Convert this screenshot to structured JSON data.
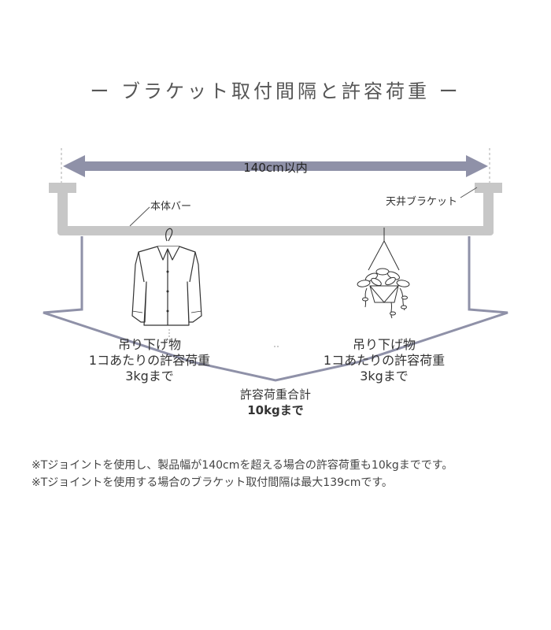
{
  "title": "ー ブラケット取付間隔と許容荷重 ー",
  "span_label": "140cm以内",
  "bar_label": "本体バー",
  "bracket_label": "天井ブラケット",
  "load_left": {
    "line1": "吊り下げ物",
    "line2": "1コあたりの許容荷重",
    "line3": "3kgまで"
  },
  "load_right": {
    "line1": "吊り下げ物",
    "line2": "1コあたりの許容荷重",
    "line3": "3kgまで"
  },
  "load_total": {
    "line1": "許容荷重合計",
    "line2": "10kgまで"
  },
  "notes": [
    "※Tジョイントを使用し、製品幅が140cmを超える場合の許容荷重も10kgまでです。",
    "※Tジョイントを使用する場合のブラケット取付間隔は最大139cmです。"
  ],
  "icons": [
    "shirt-on-hanger-icon",
    "hanging-plant-icon"
  ],
  "colors": {
    "arrow": "#8f91a8",
    "bar": "#c7c7c7",
    "lines": "#8f91a8"
  }
}
